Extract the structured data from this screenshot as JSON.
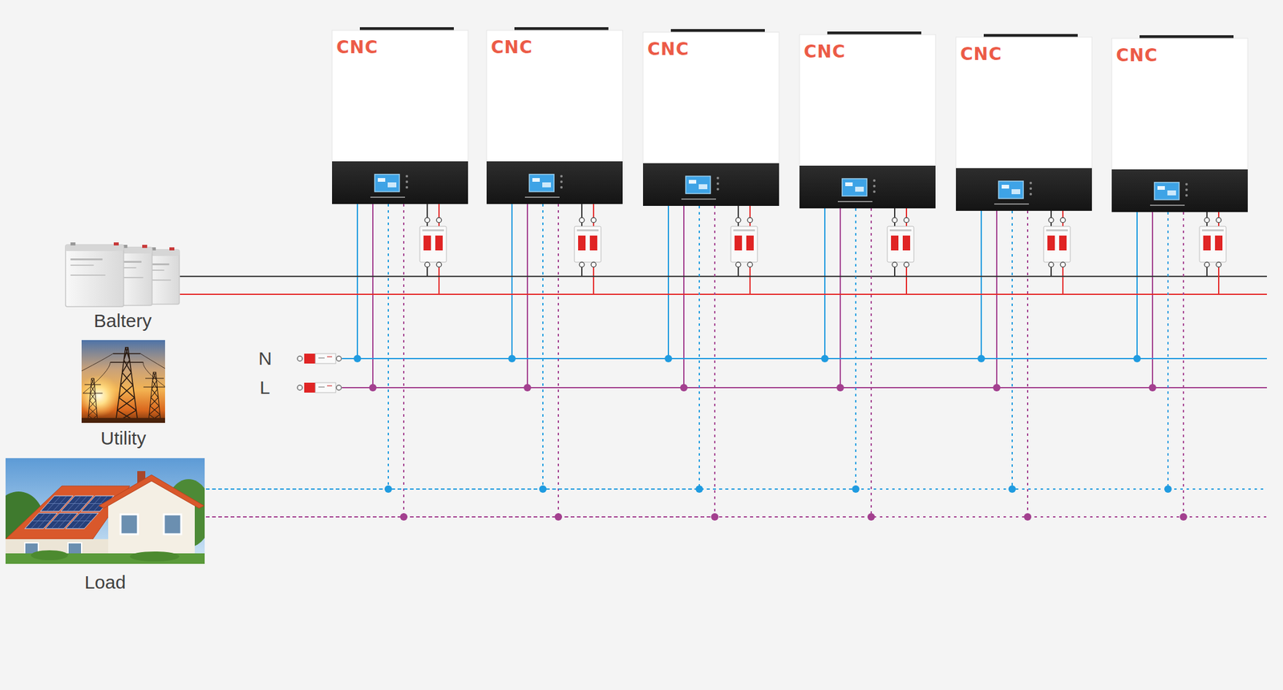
{
  "diagram": {
    "nodes": [
      {
        "text": [
          "CNC"
        ]
      },
      {
        "text": [
          "CNC"
        ]
      },
      {
        "text": [
          "CNC"
        ]
      },
      {
        "text": [
          "CNC"
        ]
      },
      {
        "text": [
          "CNC"
        ]
      },
      {
        "text": [
          "CNC"
        ]
      },
      {
        "text": [
          "Baltery"
        ]
      },
      {
        "text": [
          "Utility"
        ]
      },
      {
        "text": [
          "Load"
        ]
      }
    ],
    "edges": [
      {
        "from": 6,
        "to": 0,
        "arrow": "none"
      },
      {
        "from": 6,
        "to": 0,
        "arrow": "none"
      },
      {
        "from": 6,
        "to": 1,
        "arrow": "none"
      },
      {
        "from": 6,
        "to": 1,
        "arrow": "none"
      },
      {
        "from": 6,
        "to": 2,
        "arrow": "none"
      },
      {
        "from": 6,
        "to": 2,
        "arrow": "none"
      },
      {
        "from": 6,
        "to": 3,
        "arrow": "none"
      },
      {
        "from": 6,
        "to": 3,
        "arrow": "none"
      },
      {
        "from": 6,
        "to": 4,
        "arrow": "none"
      },
      {
        "from": 6,
        "to": 4,
        "arrow": "none"
      },
      {
        "from": 6,
        "to": 5,
        "arrow": "none"
      },
      {
        "from": 6,
        "to": 5,
        "arrow": "none"
      },
      {
        "from": 0,
        "to": 8,
        "arrow": "none"
      },
      {
        "from": 0,
        "to": 8,
        "arrow": "none"
      },
      {
        "from": 1,
        "to": 8,
        "arrow": "none"
      },
      {
        "from": 1,
        "to": 8,
        "arrow": "none"
      },
      {
        "from": 2,
        "to": 8,
        "arrow": "none"
      },
      {
        "from": 2,
        "to": 8,
        "arrow": "none"
      },
      {
        "from": 3,
        "to": 8,
        "arrow": "none"
      },
      {
        "from": 3,
        "to": 8,
        "arrow": "none"
      },
      {
        "from": 4,
        "to": 8,
        "arrow": "none"
      },
      {
        "from": 4,
        "to": 8,
        "arrow": "none"
      },
      {
        "from": 5,
        "to": 8,
        "arrow": "none"
      },
      {
        "from": 5,
        "to": 8,
        "arrow": "none"
      }
    ],
    "labels": [
      "N",
      "L"
    ]
  }
}
